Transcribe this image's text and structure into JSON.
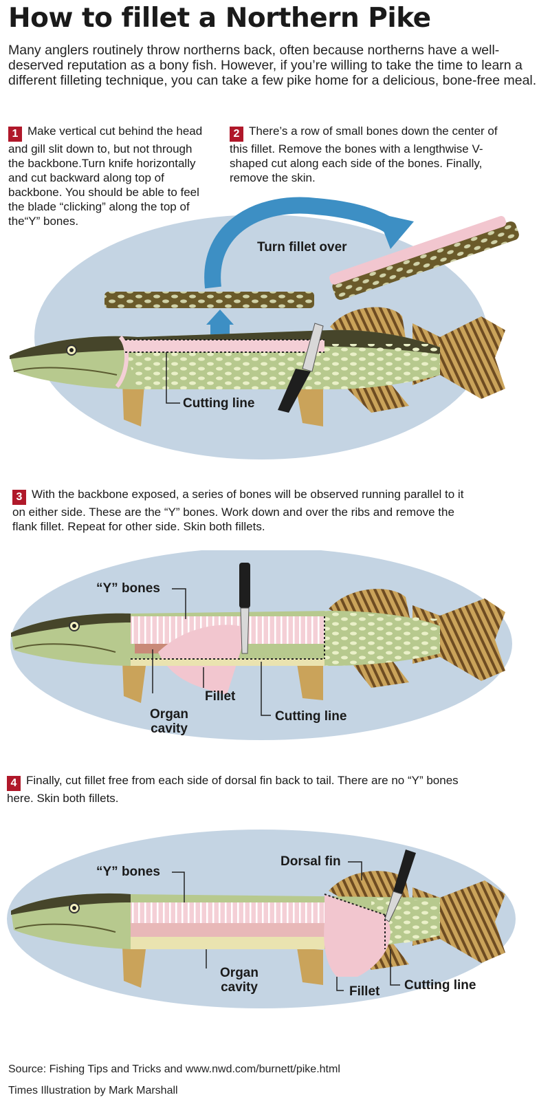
{
  "title": "How to fillet a Northern Pike",
  "intro": "Many anglers routinely throw northerns back, often because northerns have a well-deserved reputation as a bony fish. However, if you’re willing to take the time to learn a different filleting technique, you can take a few pike home for a delicious, bone-free meal.",
  "steps": [
    {
      "num": "1",
      "text": "Make vertical cut behind the head and gill slit down to, but not through the backbone.Turn knife horizontally and cut backward along top of backbone. You should be able to feel the blade “clicking” along the top of the“Y” bones."
    },
    {
      "num": "2",
      "text": "There’s a row of small bones down the center of this fillet. Remove the bones with a lengthwise V-shaped cut along each side of the bones. Finally, remove the skin."
    },
    {
      "num": "3",
      "text": "With the backbone exposed, a series of bones will be observed running parallel to it on either side. These are the “Y” bones. Work down and over the ribs and remove the flank fillet. Repeat for other side. Skin both fillets."
    },
    {
      "num": "4",
      "text": "Finally, cut fillet free from each side of dorsal fin back to tail. There are no “Y” bones here. Skin both fillets."
    }
  ],
  "labels": {
    "turn_fillet_over": "Turn fillet over",
    "cutting_line_1": "Cutting line",
    "y_bones_3": "“Y” bones",
    "fillet_3": "Fillet",
    "organ_cavity_3": "Organ cavity",
    "cutting_line_3": "Cutting line",
    "y_bones_4": "“Y” bones",
    "dorsal_fin_4": "Dorsal fin",
    "organ_cavity_4": "Organ cavity",
    "fillet_4": "Fillet",
    "cutting_line_4": "Cutting line"
  },
  "footer": {
    "source": "Source: Fishing Tips and Tricks and www.nwd.com/burnett/pike.html",
    "credit": "Times Illustration by Mark Marshall"
  },
  "colors": {
    "step_badge": "#b0182a",
    "water_oval": "#c4d4e3",
    "arrow": "#3d8fc4",
    "fish_body": "#b7c98e",
    "fish_back": "#46452a",
    "fins": "#7a5a2a",
    "fillet_meat": "#f2c6cf"
  }
}
